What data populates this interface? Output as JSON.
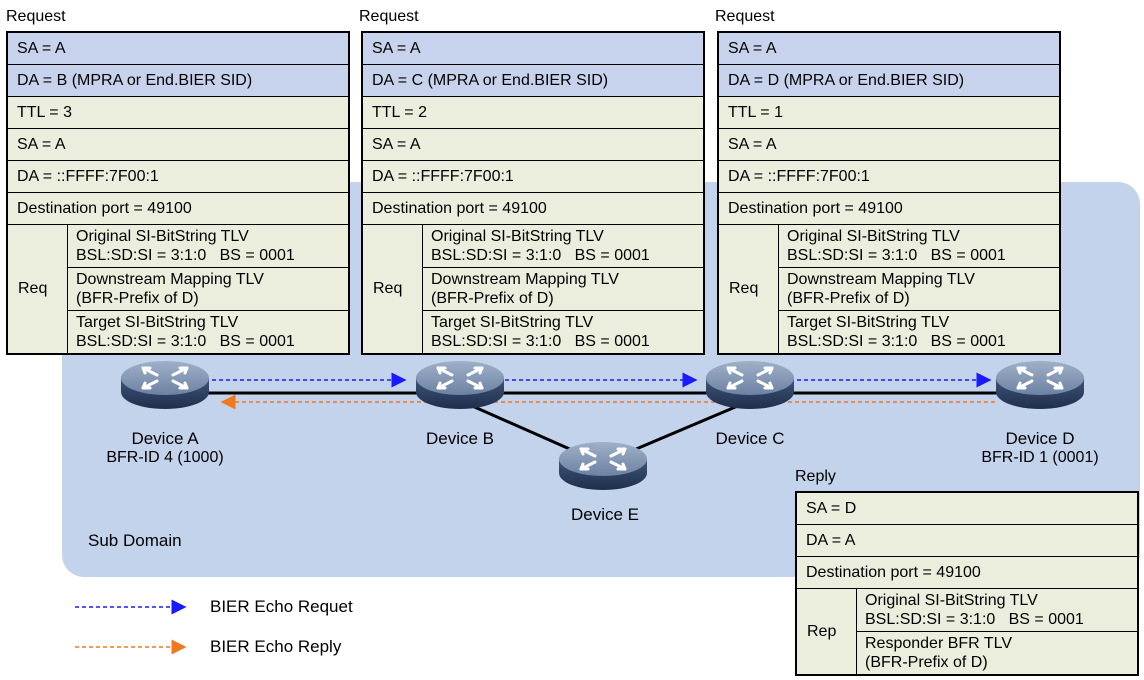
{
  "request_title": "Request",
  "reply_title": "Reply",
  "sub_domain_label": "Sub Domain",
  "requests": [
    {
      "rows": [
        {
          "text": "SA = A",
          "color": "blue"
        },
        {
          "text": "DA = B (MPRA or End.BIER SID)",
          "color": "blue"
        },
        {
          "text": "TTL = 3",
          "color": "green"
        },
        {
          "text": "SA = A",
          "color": "green"
        },
        {
          "text": "DA = ::FFFF:7F00:1",
          "color": "green"
        },
        {
          "text": "Destination port = 49100",
          "color": "green"
        }
      ],
      "req_label": "Req",
      "tlvs": [
        [
          "Original SI-BitString TLV",
          "BSL:SD:SI = 3:1:0   BS = 0001"
        ],
        [
          "Downstream Mapping TLV",
          "(BFR-Prefix of D)"
        ],
        [
          "Target SI-BitString TLV",
          "BSL:SD:SI = 3:1:0   BS = 0001"
        ]
      ]
    },
    {
      "rows": [
        {
          "text": "SA = A",
          "color": "blue"
        },
        {
          "text": "DA = C (MPRA or End.BIER SID)",
          "color": "blue"
        },
        {
          "text": "TTL = 2",
          "color": "green"
        },
        {
          "text": "SA = A",
          "color": "green"
        },
        {
          "text": "DA = ::FFFF:7F00:1",
          "color": "green"
        },
        {
          "text": "Destination port = 49100",
          "color": "green"
        }
      ],
      "req_label": "Req",
      "tlvs": [
        [
          "Original SI-BitString TLV",
          "BSL:SD:SI = 3:1:0   BS = 0001"
        ],
        [
          "Downstream Mapping TLV",
          "(BFR-Prefix of D)"
        ],
        [
          "Target SI-BitString TLV",
          "BSL:SD:SI = 3:1:0   BS = 0001"
        ]
      ]
    },
    {
      "rows": [
        {
          "text": "SA = A",
          "color": "blue"
        },
        {
          "text": "DA = D (MPRA or End.BIER SID)",
          "color": "blue"
        },
        {
          "text": "TTL = 1",
          "color": "green"
        },
        {
          "text": "SA = A",
          "color": "green"
        },
        {
          "text": "DA = ::FFFF:7F00:1",
          "color": "green"
        },
        {
          "text": "Destination port = 49100",
          "color": "green"
        }
      ],
      "req_label": "Req",
      "tlvs": [
        [
          "Original SI-BitString TLV",
          "BSL:SD:SI = 3:1:0   BS = 0001"
        ],
        [
          "Downstream Mapping TLV",
          "(BFR-Prefix of D)"
        ],
        [
          "Target SI-BitString TLV",
          "BSL:SD:SI = 3:1:0   BS = 0001"
        ]
      ]
    }
  ],
  "reply": {
    "rows": [
      {
        "text": "SA = D",
        "color": "green"
      },
      {
        "text": "DA = A",
        "color": "green"
      },
      {
        "text": "Destination port = 49100",
        "color": "green"
      }
    ],
    "rep_label": "Rep",
    "tlvs": [
      [
        "Original SI-BitString TLV",
        "BSL:SD:SI = 3:1:0   BS = 0001"
      ],
      [
        "Responder BFR TLV",
        "(BFR-Prefix of D)"
      ]
    ]
  },
  "devices": {
    "a": {
      "name": "Device A",
      "bfr": "BFR-ID 4 (1000)"
    },
    "b": {
      "name": "Device B"
    },
    "c": {
      "name": "Device C"
    },
    "d": {
      "name": "Device D",
      "bfr": "BFR-ID 1 (0001)"
    },
    "e": {
      "name": "Device E"
    }
  },
  "legend": {
    "request_label": "BIER Echo Requet",
    "reply_label": "BIER Echo Reply"
  },
  "colors": {
    "request_arrow": "#1a1aff",
    "reply_arrow": "#f07820",
    "sub_domain": "#c4d3ec",
    "header_blue": "#c7d3ec",
    "body_green": "#ebeedc"
  }
}
